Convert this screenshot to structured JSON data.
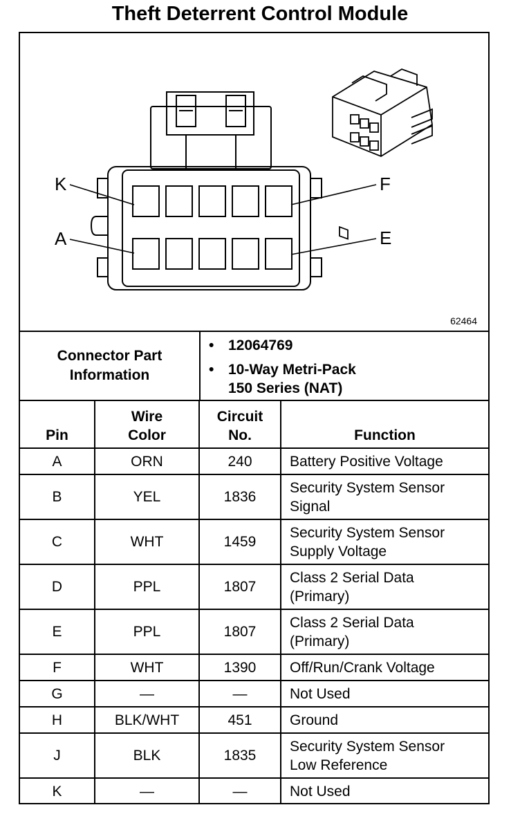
{
  "title": "Theft Deterrent Control Module",
  "diagram": {
    "figure_id": "62464",
    "labels": {
      "k": "K",
      "f": "F",
      "a": "A",
      "e": "E"
    }
  },
  "connector_info": {
    "label_line1": "Connector Part",
    "label_line2": "Information",
    "part_number": "12064769",
    "desc_line1": "10-Way Metri-Pack",
    "desc_line2": "150 Series (NAT)",
    "bullet": "•"
  },
  "table": {
    "headers": {
      "pin": "Pin",
      "wire_line1": "Wire",
      "wire_line2": "Color",
      "circuit_line1": "Circuit",
      "circuit_line2": "No.",
      "function": "Function"
    },
    "rows": [
      {
        "pin": "A",
        "color": "ORN",
        "circuit": "240",
        "function_line1": "Battery Positive Voltage",
        "function_line2": ""
      },
      {
        "pin": "B",
        "color": "YEL",
        "circuit": "1836",
        "function_line1": "Security System Sensor",
        "function_line2": "Signal"
      },
      {
        "pin": "C",
        "color": "WHT",
        "circuit": "1459",
        "function_line1": "Security System Sensor",
        "function_line2": "Supply Voltage"
      },
      {
        "pin": "D",
        "color": "PPL",
        "circuit": "1807",
        "function_line1": "Class 2 Serial Data",
        "function_line2": "(Primary)"
      },
      {
        "pin": "E",
        "color": "PPL",
        "circuit": "1807",
        "function_line1": "Class 2 Serial Data",
        "function_line2": "(Primary)"
      },
      {
        "pin": "F",
        "color": "WHT",
        "circuit": "1390",
        "function_line1": "Off/Run/Crank Voltage",
        "function_line2": ""
      },
      {
        "pin": "G",
        "color": "—",
        "circuit": "—",
        "function_line1": "Not Used",
        "function_line2": ""
      },
      {
        "pin": "H",
        "color": "BLK/WHT",
        "circuit": "451",
        "function_line1": "Ground",
        "function_line2": ""
      },
      {
        "pin": "J",
        "color": "BLK",
        "circuit": "1835",
        "function_line1": "Security System Sensor",
        "function_line2": "Low Reference"
      },
      {
        "pin": "K",
        "color": "—",
        "circuit": "—",
        "function_line1": "Not Used",
        "function_line2": ""
      }
    ]
  }
}
